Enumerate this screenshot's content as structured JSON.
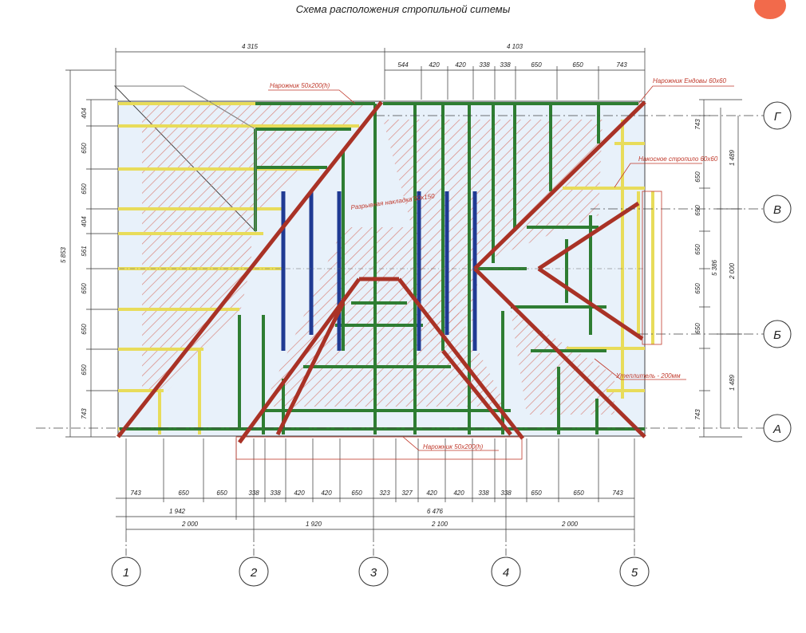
{
  "title": "Схема расположения стропильной ситемы",
  "colors": {
    "rafter": "#a93226",
    "hatch": "#d98880",
    "green_beam": "#2e7d32",
    "blue_beam": "#1f3a93",
    "yellow_beam": "#e8dc5a",
    "light_fill": "#e8f1fa",
    "annotation": "#c0392b",
    "accent_dot": "#f26a4b"
  },
  "annotations": {
    "top_board": "Нарожник 50х200(h)",
    "valley_board": "Нарожник Ендовы 60х60",
    "jack_rafter": "Накосное стропило 60х60",
    "cut_board": "Разрывная накладка 50х150",
    "insulation": "Утеплитель - 200мм",
    "bottom_board": "Нарожник 50х200(h)"
  },
  "top_dims": {
    "overall_left": "4 315",
    "overall_right": "4 103",
    "segments": [
      "544",
      "420",
      "420",
      "338",
      "338",
      "650",
      "650",
      "743"
    ]
  },
  "bottom_dims": {
    "row1": [
      "743",
      "650",
      "650",
      "338",
      "338",
      "420",
      "420",
      "650",
      "323",
      "327",
      "420",
      "420",
      "338",
      "338",
      "650",
      "650",
      "743"
    ],
    "row2": [
      "1 942",
      "6 476"
    ],
    "row3": [
      "2 000",
      "1 920",
      "2 100",
      "2 000"
    ]
  },
  "left_dims": {
    "overall": "5 853",
    "segments": [
      "404",
      "650",
      "650",
      "404",
      "561",
      "650",
      "650",
      "650",
      "743"
    ]
  },
  "right_dims": {
    "segments": [
      "743",
      "650",
      "650",
      "650",
      "650",
      "650",
      "743"
    ],
    "overall": "5 386",
    "sub_top": "1 489",
    "sub_mid": "2 000",
    "sub_bot": "1 489"
  },
  "row_axes": [
    "Г",
    "В",
    "Б",
    "А"
  ],
  "column_axes": [
    "1",
    "2",
    "3",
    "4",
    "5"
  ]
}
